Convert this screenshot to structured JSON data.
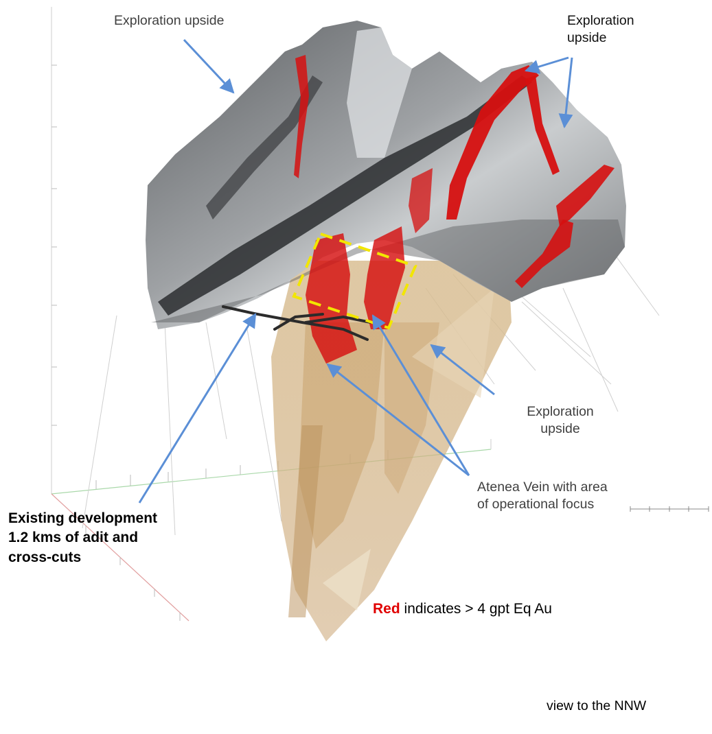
{
  "labels": {
    "top_left": "Exploration upside",
    "top_right_line1": "Exploration",
    "top_right_line2": "upside",
    "mid_right_line1": "Exploration",
    "mid_right_line2": "upside",
    "vein_line1": "Atenea Vein with area",
    "vein_line2": "of operational focus",
    "development_line1": "Existing development",
    "development_line2": "1.2 kms of adit and",
    "development_line3": "cross-cuts"
  },
  "legend": {
    "red_word": "Red",
    "rest": " indicates > 4 gpt Eq Au"
  },
  "view_note": "view to the NNW",
  "colors": {
    "arrow": "#5b8fd6",
    "ore": "#d61010",
    "focus_box": "#f2e600",
    "slab": "#d8bb8a",
    "rock": "#8c8f92"
  }
}
